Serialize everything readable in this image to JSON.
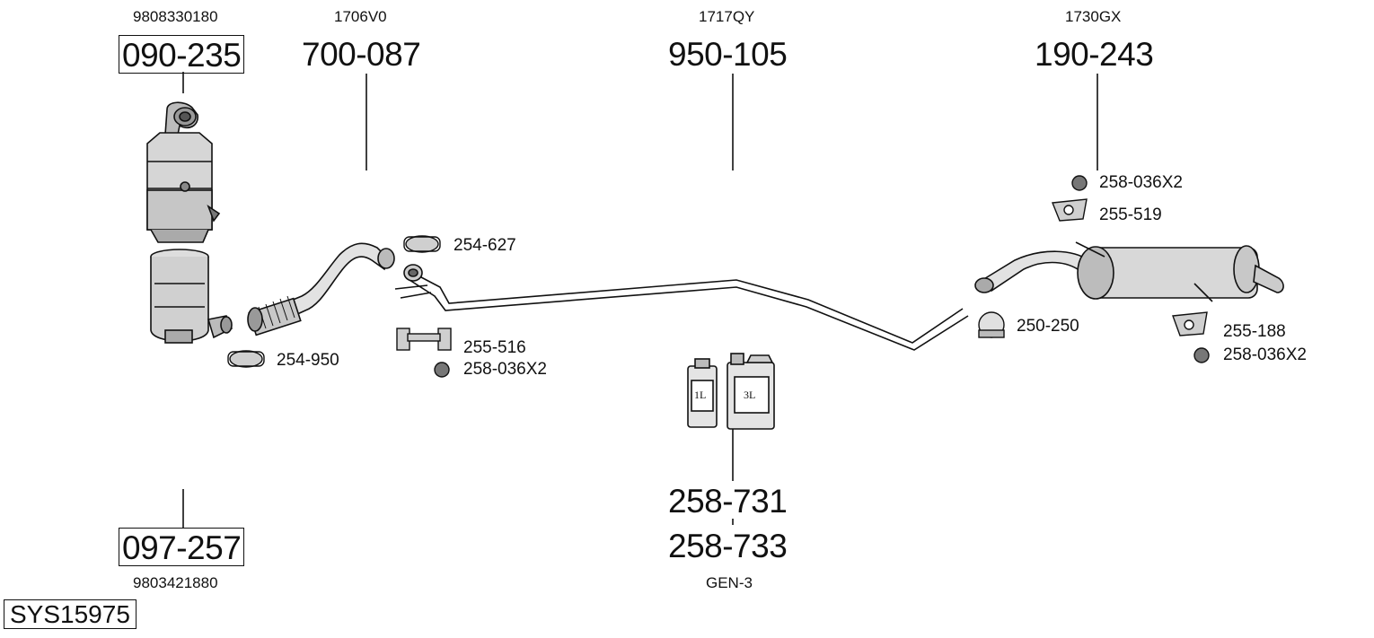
{
  "system_code": "SYS15975",
  "parts": {
    "catalyst_upper": {
      "oe": "9808330180",
      "number": "090-235"
    },
    "front_pipe": {
      "oe": "1706V0",
      "number": "700-087"
    },
    "middle_pipe": {
      "oe": "1717QY",
      "number": "950-105"
    },
    "rear_silencer": {
      "oe": "1730GX",
      "number": "190-243"
    },
    "catalyst_lower": {
      "oe": "9803421880",
      "number": "097-257"
    },
    "fluid": {
      "numbers": [
        "258-731",
        "258-733"
      ],
      "note": "GEN-3",
      "can_small_label": "1L",
      "can_large_label": "3L"
    }
  },
  "small_parts": {
    "clamp_254_627": "254-627",
    "clamp_254_950": "254-950",
    "hanger_255_516": "255-516",
    "nut_258_036_front": "258-036X2",
    "nut_258_036_rear_top": "258-036X2",
    "hanger_255_519": "255-519",
    "clamp_250_250": "250-250",
    "hanger_255_188": "255-188",
    "nut_258_036_rear_bottom": "258-036X2"
  }
}
